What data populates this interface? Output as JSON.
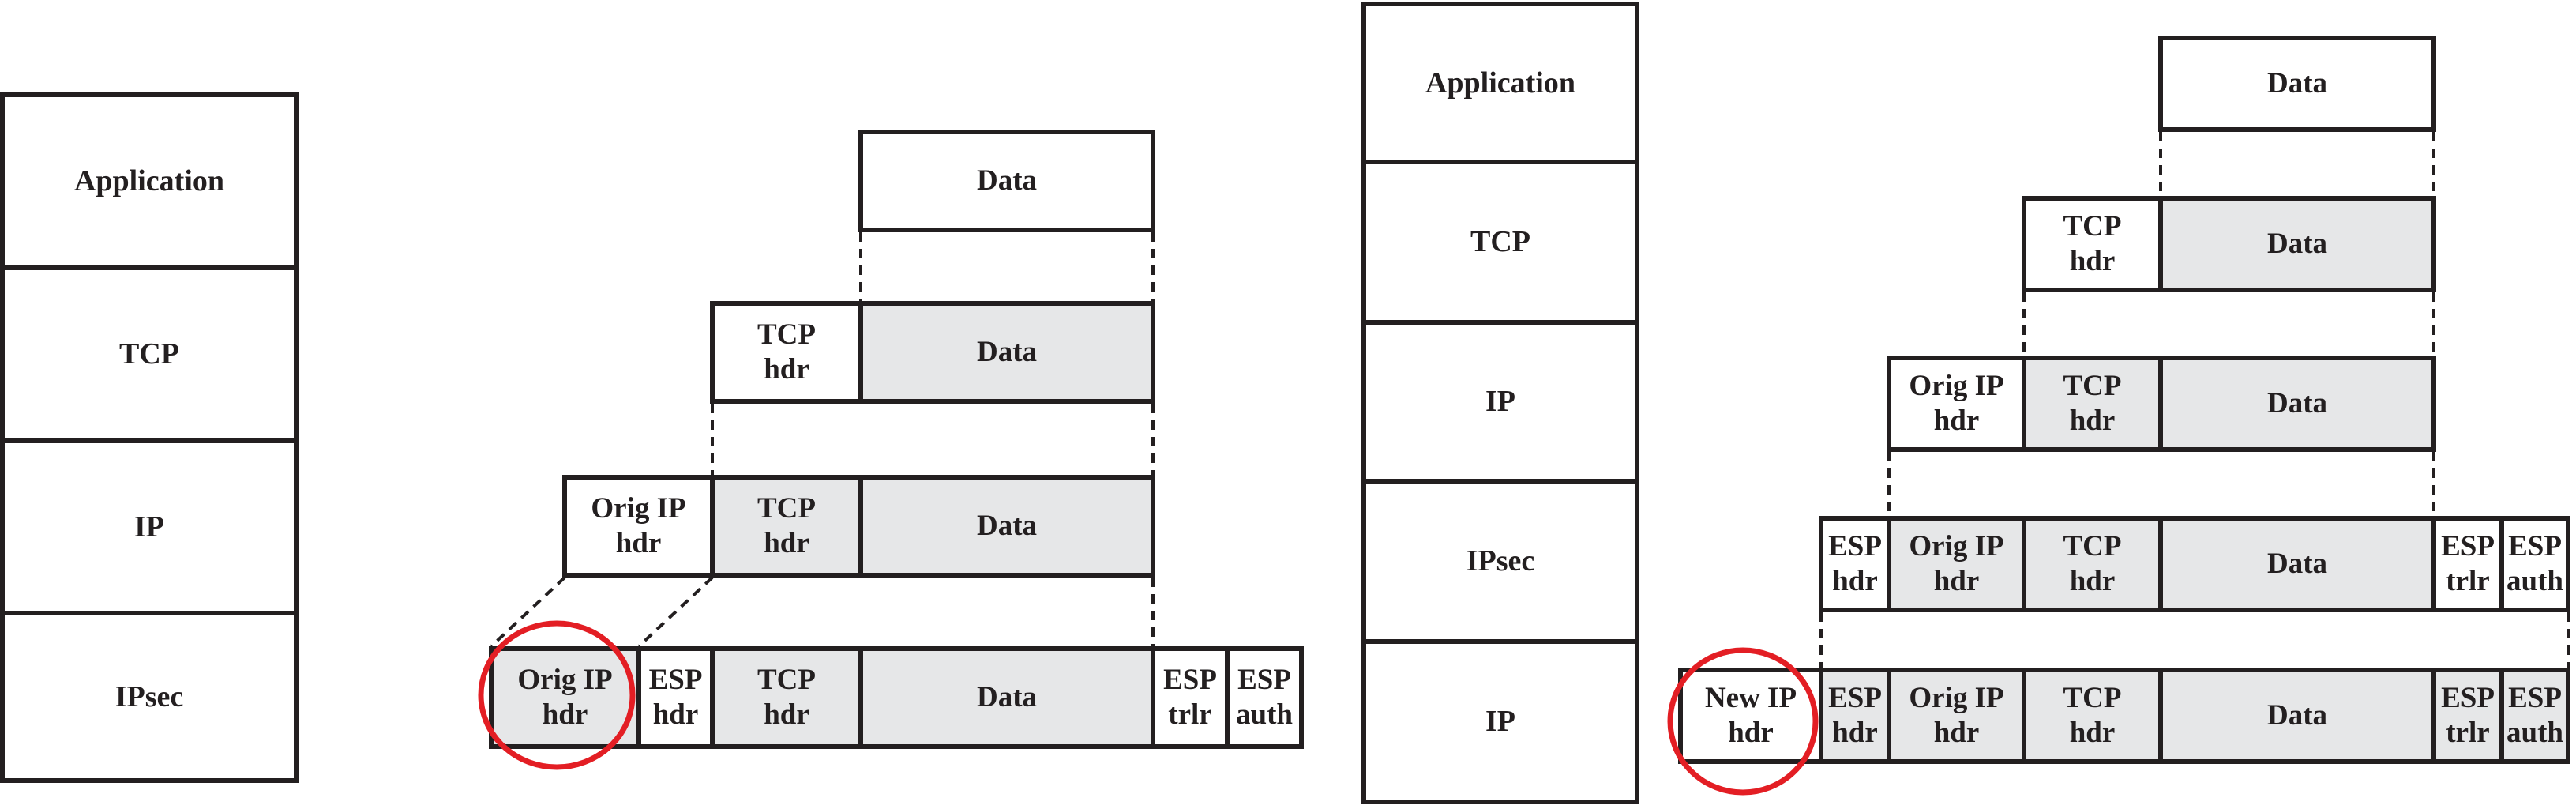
{
  "left_stack": [
    "Application",
    "TCP",
    "IP",
    "IPsec"
  ],
  "right_stack": [
    "Application",
    "TCP",
    "IP",
    "IPsec",
    "IP"
  ],
  "labels": {
    "data": "Data",
    "tcp_hdr_1": "TCP",
    "tcp_hdr_2": "hdr",
    "orig_ip_1": "Orig IP",
    "orig_ip_2": "hdr",
    "new_ip_1": "New IP",
    "new_ip_2": "hdr",
    "esp_hdr_1": "ESP",
    "esp_hdr_2": "hdr",
    "esp_trlr_1": "ESP",
    "esp_trlr_2": "trlr",
    "esp_auth_1": "ESP",
    "esp_auth_2": "auth"
  },
  "colors": {
    "border": "#231f20",
    "shaded_fill": "#e6e7e8",
    "highlight_circle": "#e31e24"
  }
}
